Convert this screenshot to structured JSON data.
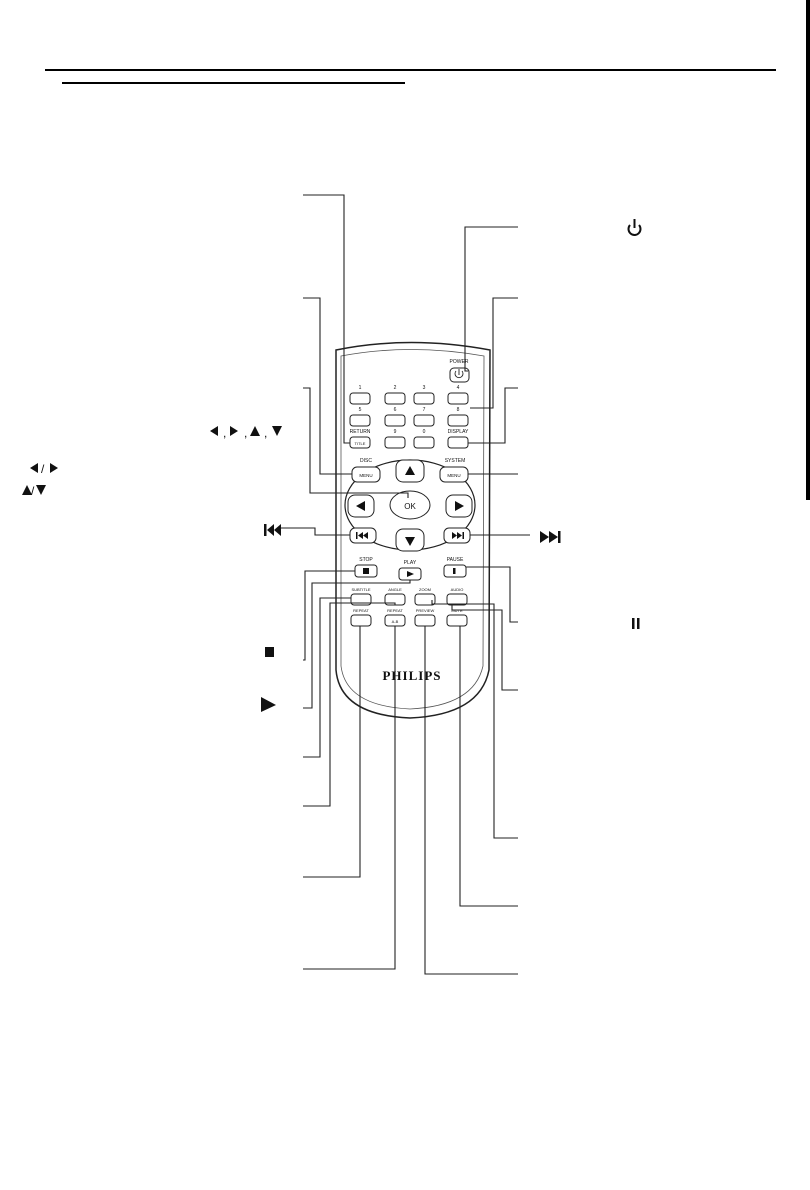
{
  "brand": "PHILIPS",
  "remote": {
    "power_label": "POWER",
    "numbers": [
      "1",
      "2",
      "3",
      "4",
      "5",
      "6",
      "7",
      "8",
      "9",
      "0"
    ],
    "return_label": "RETURN",
    "title_label": "TITLE",
    "display_label": "DISPLAY",
    "disc_label": "DISC",
    "menu_label": "MENU",
    "system_label": "SYSTEM",
    "ok_label": "OK",
    "stop_label": "STOP",
    "play_label": "PLAY",
    "pause_label": "PAUSE",
    "subtitle_label": "SUBTITLE",
    "angle_label": "ANGLE",
    "zoom_label": "ZOOM",
    "audio_label": "AUDIO",
    "repeat_label": "REPEAT",
    "repeat_ab_label": "REPEAT",
    "ab_label": "A-B",
    "preview_label": "PREVIEW",
    "mute_label": "MUTE"
  },
  "icons": {
    "power": "power-icon",
    "arrows": "arrow-icons",
    "prev": "previous-icon",
    "next": "next-icon",
    "stop": "stop-icon",
    "play": "play-icon",
    "pause": "pause-icon"
  }
}
